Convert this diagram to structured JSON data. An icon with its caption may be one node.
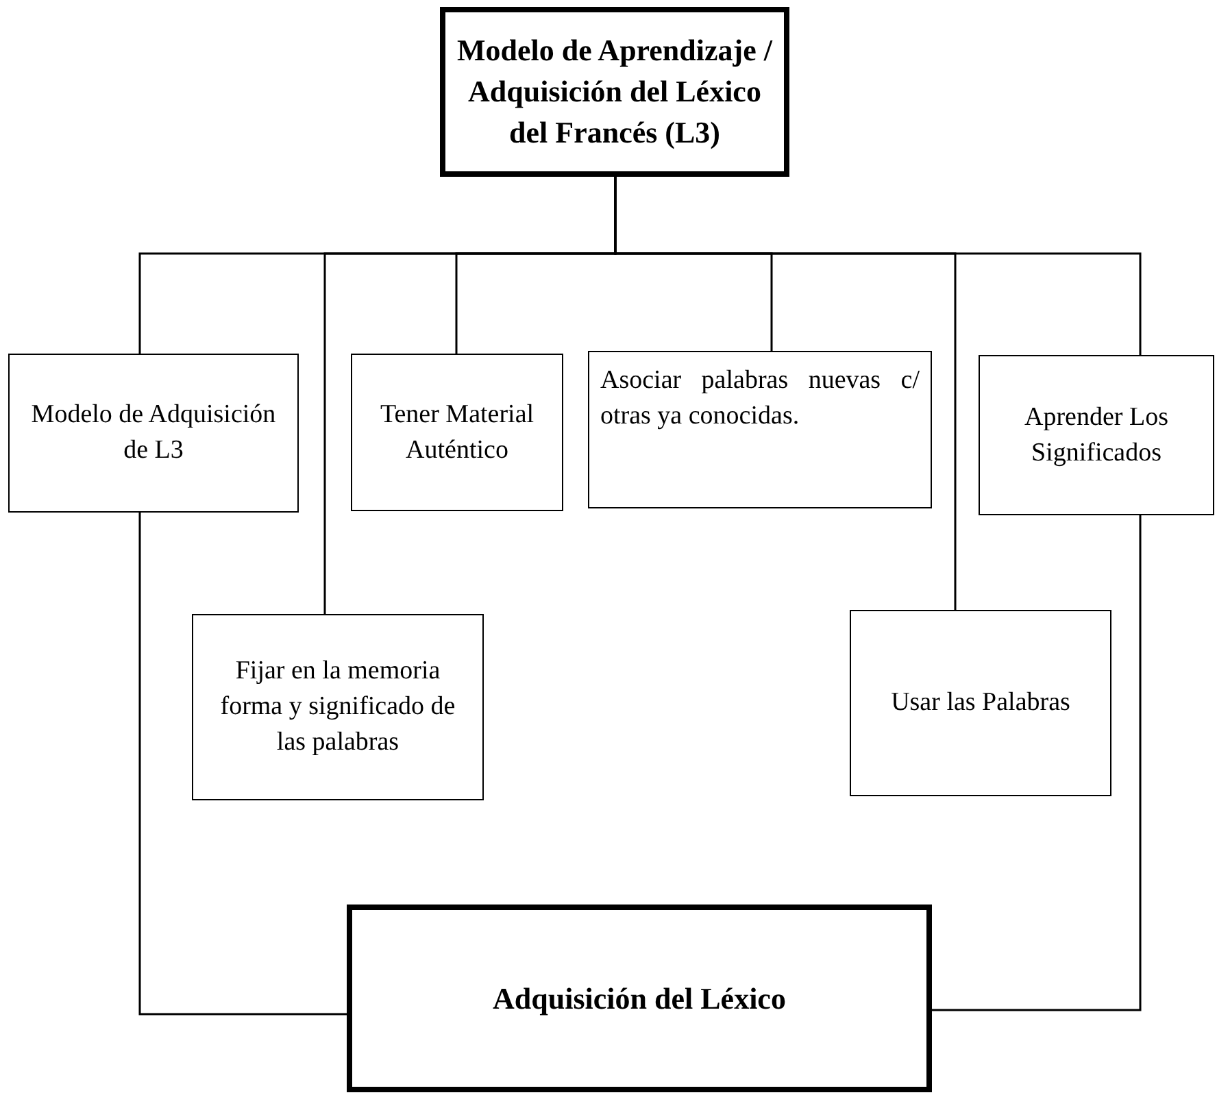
{
  "diagram": {
    "nodes": [
      {
        "text": [
          "Modelo de Aprendizaje / Adquisición del Léxico del Francés (L3)"
        ]
      },
      {
        "text": [
          "Modelo de Adquisición de L3"
        ]
      },
      {
        "text": [
          "Tener Material Auténtico"
        ]
      },
      {
        "text": [
          "Asociar palabras nuevas c/ otras ya conocidas."
        ]
      },
      {
        "text": [
          "Aprender Los Significados"
        ]
      },
      {
        "text": [
          "Fijar en la memoria forma y significado de las palabras"
        ]
      },
      {
        "text": [
          "Usar las Palabras"
        ]
      },
      {
        "text": [
          "Adquisición del Léxico"
        ]
      }
    ],
    "edges": [
      {
        "from": 0,
        "to": 1,
        "arrow": "none"
      },
      {
        "from": 0,
        "to": 5,
        "arrow": "none"
      },
      {
        "from": 0,
        "to": 2,
        "arrow": "none"
      },
      {
        "from": 0,
        "to": 3,
        "arrow": "none"
      },
      {
        "from": 0,
        "to": 6,
        "arrow": "none"
      },
      {
        "from": 0,
        "to": 4,
        "arrow": "none"
      },
      {
        "from": 1,
        "to": 7,
        "arrow": "none"
      },
      {
        "from": 4,
        "to": 7,
        "arrow": "none"
      }
    ]
  }
}
